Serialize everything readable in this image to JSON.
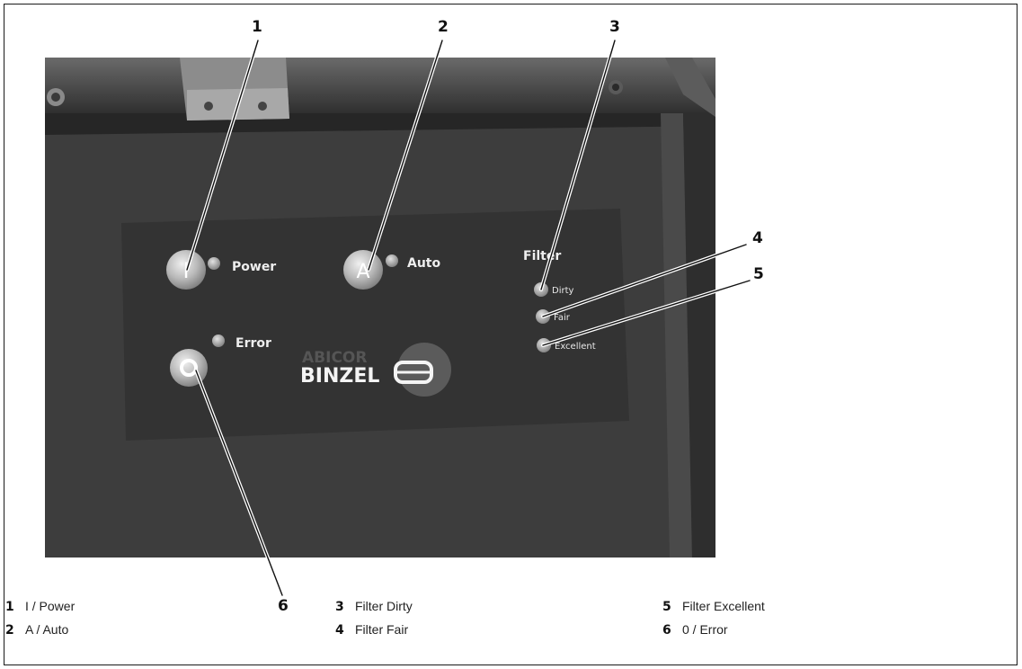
{
  "callouts": {
    "c1": "1",
    "c2": "2",
    "c3": "3",
    "c4": "4",
    "c5": "5",
    "c6": "6"
  },
  "panel_labels": {
    "power": "Power",
    "auto": "Auto",
    "error": "Error",
    "filter_title": "Filter",
    "filter_dirty": "Dirty",
    "filter_fair": "Fair",
    "filter_excellent": "Excellent",
    "button_power_symbol": "I",
    "button_auto_symbol": "A"
  },
  "logo": {
    "line1": "ABICOR",
    "line2": "BINZEL"
  },
  "legend": [
    {
      "num": "1",
      "text": "I / Power"
    },
    {
      "num": "2",
      "text": "A / Auto"
    },
    {
      "num": "3",
      "text": "Filter Dirty"
    },
    {
      "num": "4",
      "text": "Filter Fair"
    },
    {
      "num": "5",
      "text": "Filter Excellent"
    },
    {
      "num": "6",
      "text": "0 / Error"
    }
  ],
  "colors": {
    "panel_dark": "#3a3a3a",
    "panel_mid": "#555555",
    "button_light": "#cfcfcf",
    "led_grey": "#9a9a9a"
  }
}
